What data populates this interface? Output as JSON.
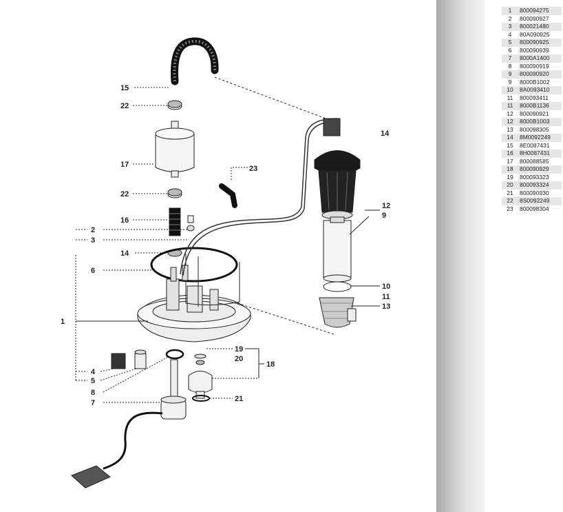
{
  "callouts": [
    {
      "id": "c15",
      "text": "15"
    },
    {
      "id": "c22a",
      "text": "22"
    },
    {
      "id": "c17",
      "text": "17"
    },
    {
      "id": "c23",
      "text": "23"
    },
    {
      "id": "c22b",
      "text": "22"
    },
    {
      "id": "c16",
      "text": "16"
    },
    {
      "id": "c2",
      "text": "2"
    },
    {
      "id": "c3",
      "text": "3"
    },
    {
      "id": "c14a",
      "text": "14"
    },
    {
      "id": "c6",
      "text": "6"
    },
    {
      "id": "c1",
      "text": "1"
    },
    {
      "id": "c4",
      "text": "4"
    },
    {
      "id": "c5",
      "text": "5"
    },
    {
      "id": "c8",
      "text": "8"
    },
    {
      "id": "c7",
      "text": "7"
    },
    {
      "id": "c19",
      "text": "19"
    },
    {
      "id": "c20",
      "text": "20"
    },
    {
      "id": "c18",
      "text": "18"
    },
    {
      "id": "c21",
      "text": "21"
    },
    {
      "id": "c14b",
      "text": "14"
    },
    {
      "id": "c12",
      "text": "12"
    },
    {
      "id": "c9",
      "text": "9"
    },
    {
      "id": "c10",
      "text": "10"
    },
    {
      "id": "c11",
      "text": "11"
    },
    {
      "id": "c13",
      "text": "13"
    }
  ],
  "parts": [
    {
      "num": "1",
      "code": "800094275"
    },
    {
      "num": "2",
      "code": "800090927"
    },
    {
      "num": "3",
      "code": "800021480"
    },
    {
      "num": "4",
      "code": "80A090925"
    },
    {
      "num": "5",
      "code": "800090925"
    },
    {
      "num": "6",
      "code": "800090939"
    },
    {
      "num": "7",
      "code": "8000A1400"
    },
    {
      "num": "8",
      "code": "800090919"
    },
    {
      "num": "9",
      "code": "800090920"
    },
    {
      "num": "9",
      "code": "8000B1002"
    },
    {
      "num": "10",
      "code": "8A0093410"
    },
    {
      "num": "11",
      "code": "800093411"
    },
    {
      "num": "11",
      "code": "8000B1136"
    },
    {
      "num": "12",
      "code": "800090921"
    },
    {
      "num": "12",
      "code": "8000B1003"
    },
    {
      "num": "13",
      "code": "800098305"
    },
    {
      "num": "14",
      "code": "8M0092249"
    },
    {
      "num": "15",
      "code": "8E0087431"
    },
    {
      "num": "16",
      "code": "8H0087431"
    },
    {
      "num": "17",
      "code": "800088585"
    },
    {
      "num": "18",
      "code": "800090929"
    },
    {
      "num": "19",
      "code": "800093323"
    },
    {
      "num": "20",
      "code": "800093324"
    },
    {
      "num": "21",
      "code": "800090930"
    },
    {
      "num": "22",
      "code": "8S0092249"
    },
    {
      "num": "23",
      "code": "800098304"
    }
  ]
}
